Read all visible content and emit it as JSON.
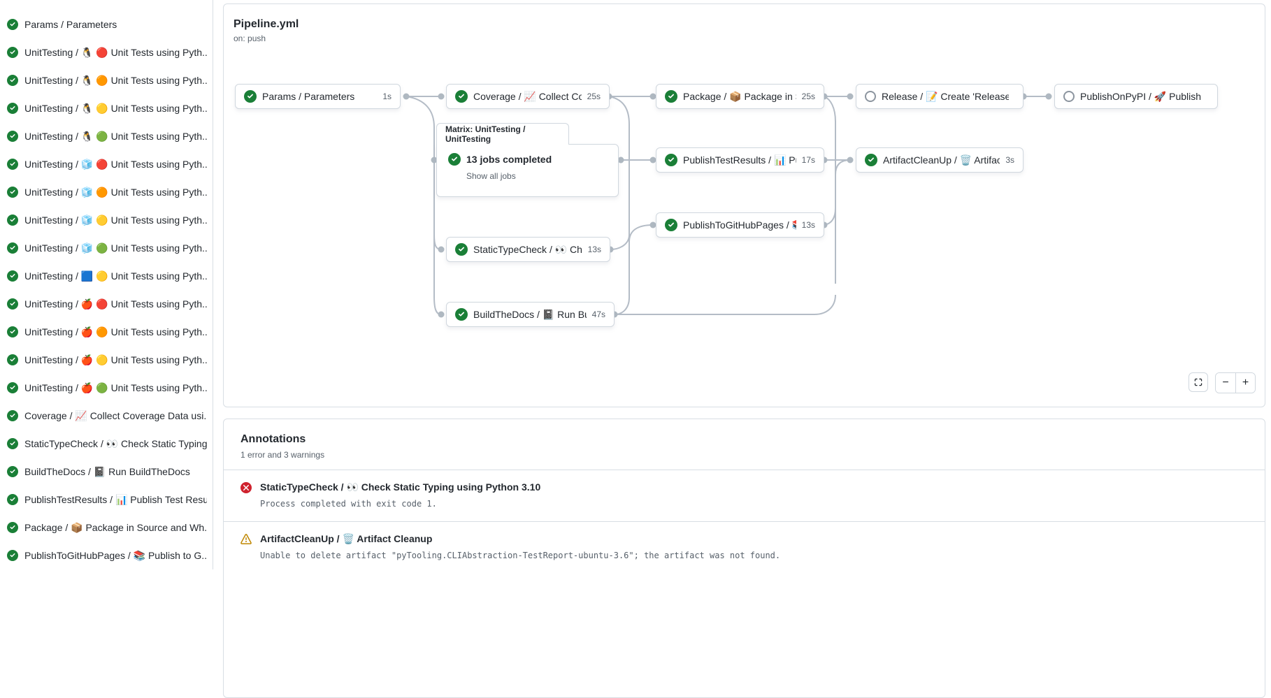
{
  "sidebar": {
    "items": [
      {
        "status": "success",
        "label": "Params / Parameters"
      },
      {
        "status": "success",
        "label": "UnitTesting / 🐧 🔴 Unit Tests using Pyth..."
      },
      {
        "status": "success",
        "label": "UnitTesting / 🐧 🟠 Unit Tests using Pyth..."
      },
      {
        "status": "success",
        "label": "UnitTesting / 🐧 🟡 Unit Tests using Pyth..."
      },
      {
        "status": "success",
        "label": "UnitTesting / 🐧 🟢 Unit Tests using Pyth..."
      },
      {
        "status": "success",
        "label": "UnitTesting / 🧊 🔴 Unit Tests using Pyth..."
      },
      {
        "status": "success",
        "label": "UnitTesting / 🧊 🟠 Unit Tests using Pyth..."
      },
      {
        "status": "success",
        "label": "UnitTesting / 🧊 🟡 Unit Tests using Pyth..."
      },
      {
        "status": "success",
        "label": "UnitTesting / 🧊 🟢 Unit Tests using Pyth..."
      },
      {
        "status": "success",
        "label": "UnitTesting / 🟦 🟡 Unit Tests using Pyth..."
      },
      {
        "status": "success",
        "label": "UnitTesting / 🍎 🔴 Unit Tests using Pyth..."
      },
      {
        "status": "success",
        "label": "UnitTesting / 🍎 🟠 Unit Tests using Pyth..."
      },
      {
        "status": "success",
        "label": "UnitTesting / 🍎 🟡 Unit Tests using Pyth..."
      },
      {
        "status": "success",
        "label": "UnitTesting / 🍎 🟢 Unit Tests using Pyth..."
      },
      {
        "status": "success",
        "label": "Coverage / 📈 Collect Coverage Data usi..."
      },
      {
        "status": "success",
        "label": "StaticTypeCheck / 👀 Check Static Typing..."
      },
      {
        "status": "success",
        "label": "BuildTheDocs / 📓 Run BuildTheDocs"
      },
      {
        "status": "success",
        "label": "PublishTestResults / 📊 Publish Test Resu..."
      },
      {
        "status": "success",
        "label": "Package / 📦 Package in Source and Wh..."
      },
      {
        "status": "success",
        "label": "PublishToGitHubPages / 📚 Publish to G..."
      }
    ]
  },
  "graph": {
    "title": "Pipeline.yml",
    "trigger": "on: push",
    "matrix": {
      "tab": "Matrix: UnitTesting / UnitTesting",
      "summary": "13 jobs completed",
      "link": "Show all jobs"
    },
    "nodes": [
      {
        "status": "success",
        "label": "Params / Parameters",
        "duration": "1s"
      },
      {
        "status": "success",
        "label": "Coverage / 📈 Collect Cove...",
        "duration": "25s"
      },
      {
        "status": "success",
        "label": "StaticTypeCheck / 👀 Chec...",
        "duration": "13s"
      },
      {
        "status": "success",
        "label": "BuildTheDocs / 📓 Run Buil...",
        "duration": "47s"
      },
      {
        "status": "success",
        "label": "Package / 📦 Package in So...",
        "duration": "25s"
      },
      {
        "status": "success",
        "label": "PublishTestResults / 📊 Pu...",
        "duration": "17s"
      },
      {
        "status": "success",
        "label": "PublishToGitHubPages / 📚 ...",
        "duration": "13s"
      },
      {
        "status": "skipped",
        "label": "Release / 📝 Create 'Release P...",
        "duration": ""
      },
      {
        "status": "success",
        "label": "ArtifactCleanUp / 🗑️ Artifac...",
        "duration": "3s"
      },
      {
        "status": "skipped",
        "label": "PublishOnPyPI / 🚀 Publish to ...",
        "duration": ""
      }
    ],
    "controls": {
      "zoom_out": "−",
      "zoom_in": "+"
    }
  },
  "annotations": {
    "title": "Annotations",
    "summary": "1 error and 3 warnings",
    "items": [
      {
        "severity": "error",
        "title": "StaticTypeCheck / 👀 Check Static Typing using Python 3.10",
        "message": "Process completed with exit code 1."
      },
      {
        "severity": "warning",
        "title": "ArtifactCleanUp / 🗑️ Artifact Cleanup",
        "message": "Unable to delete artifact \"pyTooling.CLIAbstraction-TestReport-ubuntu-3.6\"; the artifact was not found."
      }
    ]
  },
  "colors": {
    "success_green": "#1a7f37",
    "error_red": "#cf222e",
    "warning_amber": "#bf8700",
    "edge_gray": "#afb8c1",
    "border": "#d0d7de",
    "text_secondary": "#57606a"
  }
}
